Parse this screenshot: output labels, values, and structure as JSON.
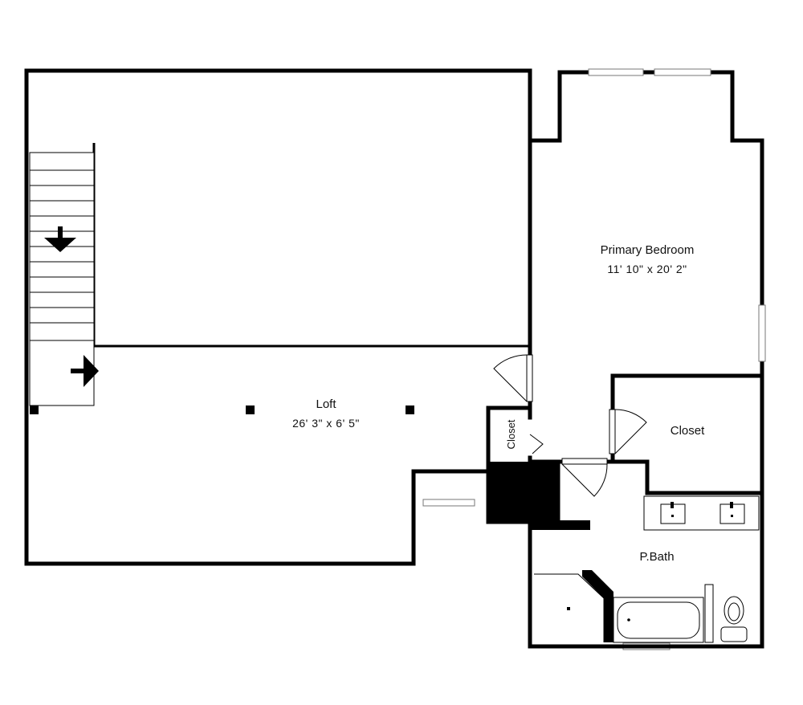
{
  "rooms": {
    "primary_bedroom": {
      "name": "Primary Bedroom",
      "dims": "11' 10\" x 20' 2\""
    },
    "loft": {
      "name": "Loft",
      "dims": "26' 3\" x 6' 5\""
    },
    "closet_small": {
      "name": "Closet"
    },
    "closet_main": {
      "name": "Closet"
    },
    "bath": {
      "name": "P.Bath"
    }
  },
  "colors": {
    "wall": "#000000",
    "background": "#ffffff",
    "window": "#777777"
  }
}
